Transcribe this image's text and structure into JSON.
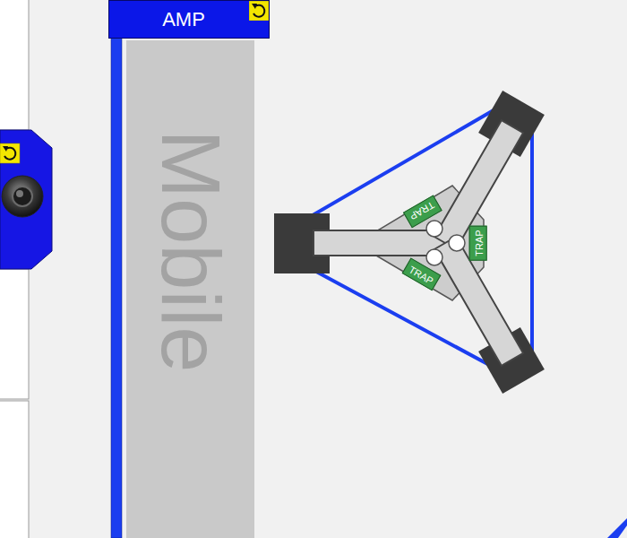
{
  "diagram": {
    "nodes": [
      {
        "text": [
          "AMP"
        ]
      },
      {
        "text": [
          "Mobile"
        ]
      },
      {
        "text": [
          "TRAP"
        ]
      },
      {
        "text": [
          "TRAP"
        ]
      },
      {
        "text": [
          "TRAP"
        ]
      }
    ]
  }
}
